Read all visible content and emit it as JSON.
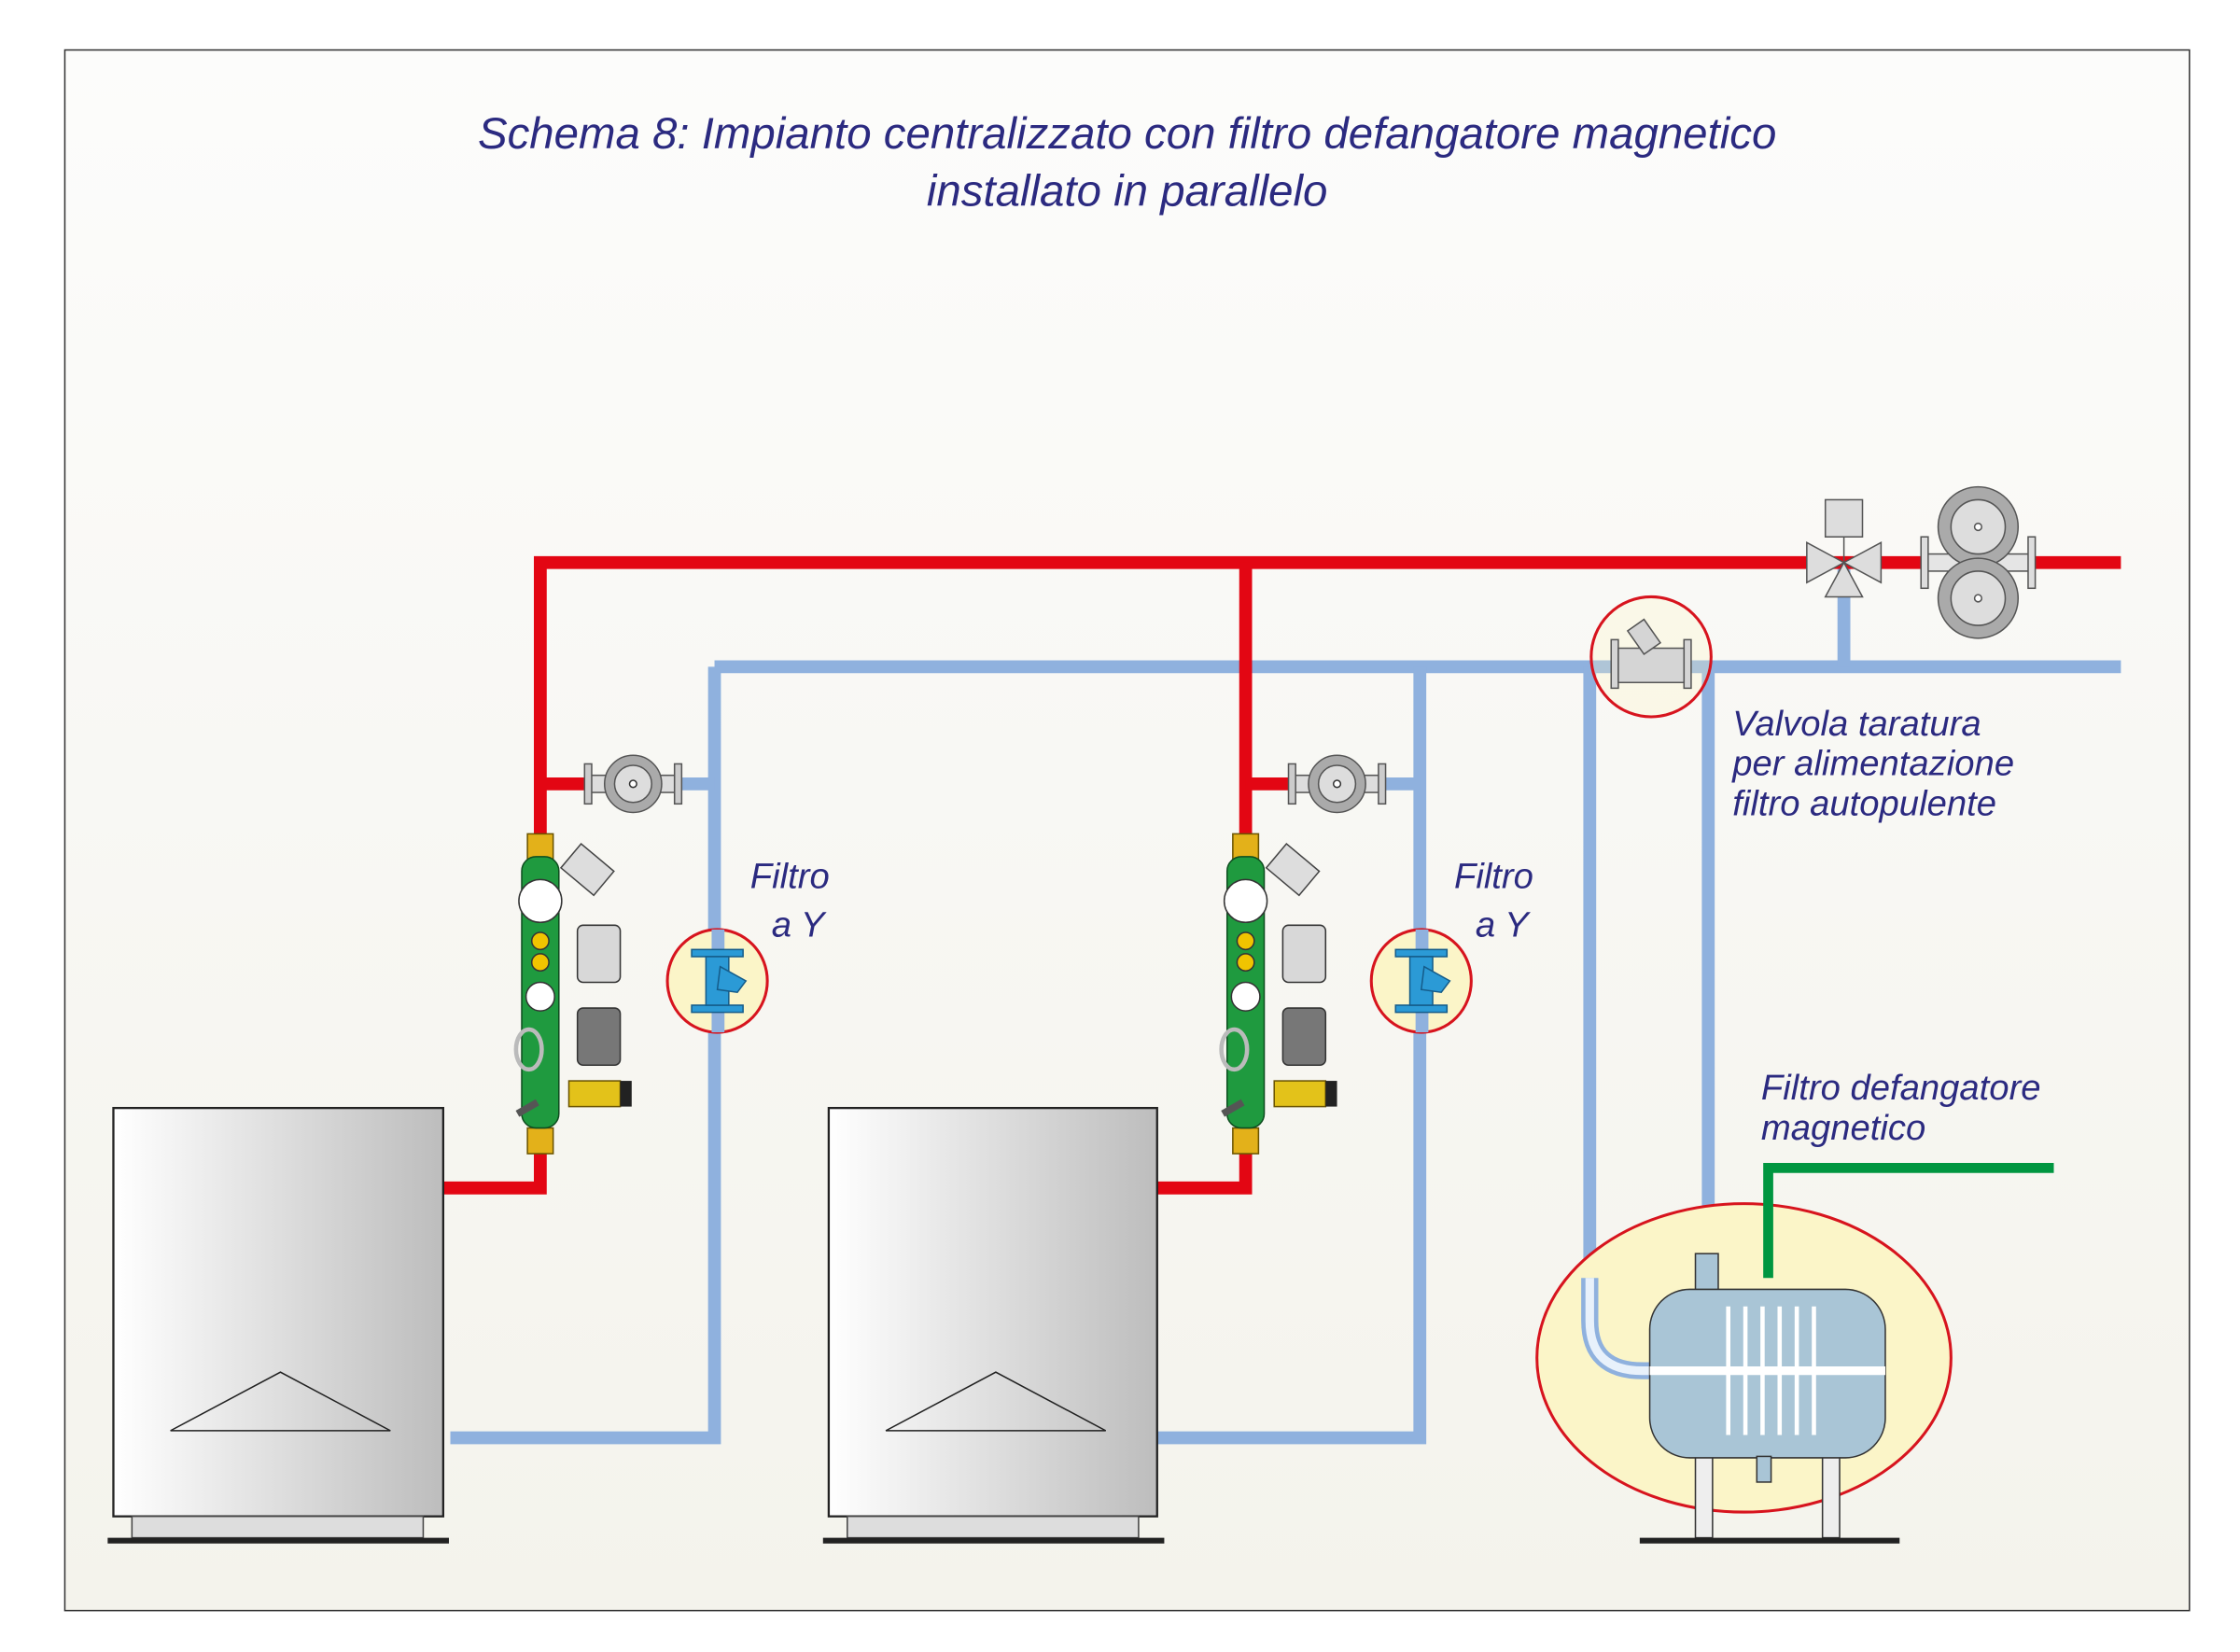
{
  "title": {
    "line1": "Schema 8: Impianto centralizzato con filtro defangatore magnetico",
    "line2": "installato in parallelo"
  },
  "labels": {
    "filter_y_1": {
      "line1": "Filtro",
      "line2": "a Y"
    },
    "filter_y_2": {
      "line1": "Filtro",
      "line2": "a Y"
    },
    "balancing_valve": {
      "line1": "Valvola taratura",
      "line2": "per alimentazione",
      "line3": "filtro autopulente"
    },
    "magnetic_filter": {
      "line1": "Filtro defangatore",
      "line2": "magnetico"
    }
  },
  "colors": {
    "supply_pipe": "#e30613",
    "return_pipe": "#8fb1de",
    "drain_pipe": "#009640",
    "text": "#2b2a80",
    "highlight_fill": "#fbf5c8",
    "highlight_stroke": "#d7141e"
  }
}
